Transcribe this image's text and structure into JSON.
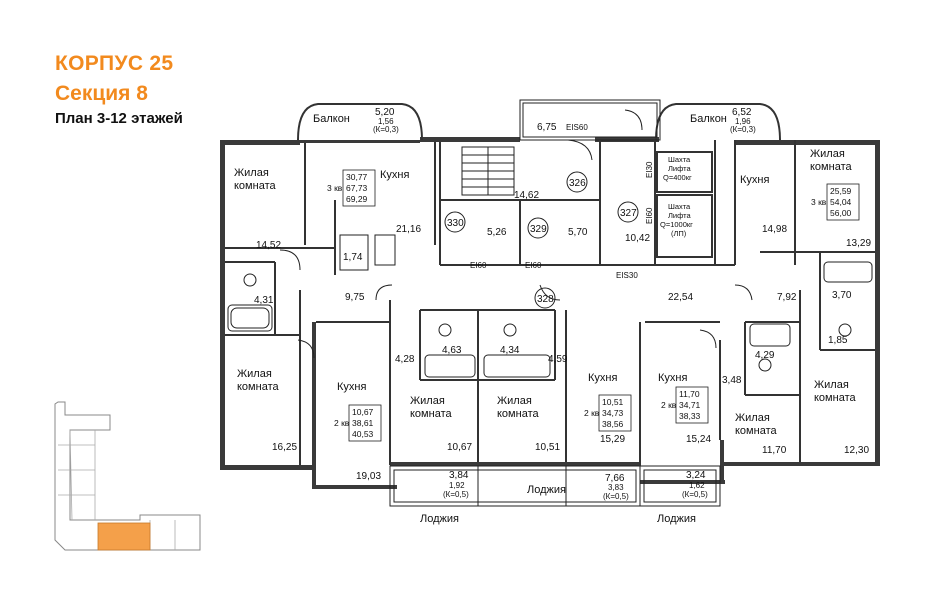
{
  "header": {
    "building": "КОРПУС 25",
    "section": "Секция 8",
    "plan": "План 3-12 этажей"
  },
  "colors": {
    "accent": "#F28A1E",
    "minimap_fill": "#F4A04A"
  },
  "labels": {
    "balcony": "Балкон",
    "loggia": "Лоджия",
    "living_room_1": "Жилая",
    "living_room_2": "комната",
    "kitchen": "Кухня"
  },
  "areas": {
    "balcony_left": "5,20",
    "balcony_left_b": "1,56",
    "balcony_left_c": "(К=0,3)",
    "stair_hall": "6,75",
    "balcony_right": "6,52",
    "balcony_right_b": "1,96",
    "balcony_right_c": "(К=0,3)",
    "a_14_52": "14,52",
    "a_21_16": "21,16",
    "a_1_74": "1,74",
    "a_4_31": "4,31",
    "a_9_75": "9,75",
    "a_14_62": "14,62",
    "a_5_26": "5,26",
    "a_5_70": "5,70",
    "a_10_42": "10,42",
    "a_14_98": "14,98",
    "a_13_29": "13,29",
    "a_3_70": "3,70",
    "a_7_92": "7,92",
    "a_1_85": "1,85",
    "a_22_54": "22,54",
    "a_4_28": "4,28",
    "a_4_63": "4,63",
    "a_4_34": "4,34",
    "a_4_59": "4,59",
    "a_4_29": "4,29",
    "a_3_48": "3,48",
    "a_16_25": "16,25",
    "a_19_03": "19,03",
    "a_10_67": "10,67",
    "a_10_51": "10,51",
    "a_15_29": "15,29",
    "a_15_24": "15,24",
    "a_11_70": "11,70",
    "a_12_30": "12,30",
    "loggia_l_a": "3,84",
    "loggia_l_b": "1,92",
    "loggia_l_c": "(К=0,5)",
    "loggia_m_a": "7,66",
    "loggia_m_b": "3,83",
    "loggia_m_c": "(К=0,5)",
    "loggia_r_a": "3,24",
    "loggia_r_b": "1,62",
    "loggia_r_c": "(К=0,5)"
  },
  "apartments": [
    {
      "rooms": "3 кв",
      "a": "30,77",
      "b": "67,73",
      "c": "69,29"
    },
    {
      "rooms": "3 кв",
      "a": "25,59",
      "b": "54,04",
      "c": "56,00"
    },
    {
      "rooms": "2 кв",
      "a": "10,67",
      "b": "38,61",
      "c": "40,53"
    },
    {
      "rooms": "2 кв",
      "a": "10,51",
      "b": "34,73",
      "c": "38,56"
    },
    {
      "rooms": "2 кв",
      "a": "11,70",
      "b": "34,71",
      "c": "38,33"
    }
  ],
  "codes": {
    "ei60_a": "EI60",
    "ei60_b": "EI60",
    "eis60": "EIS60",
    "eis30": "EIS30",
    "ei30": "EI30",
    "ei60_c": "EI60",
    "r326": "326",
    "r327": "327",
    "r328": "328",
    "r329": "329",
    "r330": "330"
  },
  "lifts": {
    "lift1_a": "Шахта",
    "lift1_b": "Лифта",
    "lift1_c": "Q=400кг",
    "lift2_a": "Шахта",
    "lift2_b": "Лифта",
    "lift2_c": "Q=1000кг",
    "lift2_d": "(ЛП)"
  }
}
